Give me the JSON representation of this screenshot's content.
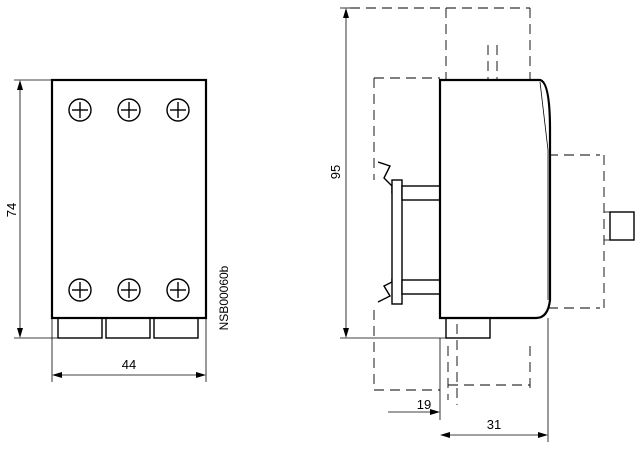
{
  "dimensions": {
    "front_height": "74",
    "front_width": "44",
    "side_height": "95",
    "side_mount_depth": "19",
    "side_depth": "31"
  },
  "drawing_code": "NSB00060b"
}
